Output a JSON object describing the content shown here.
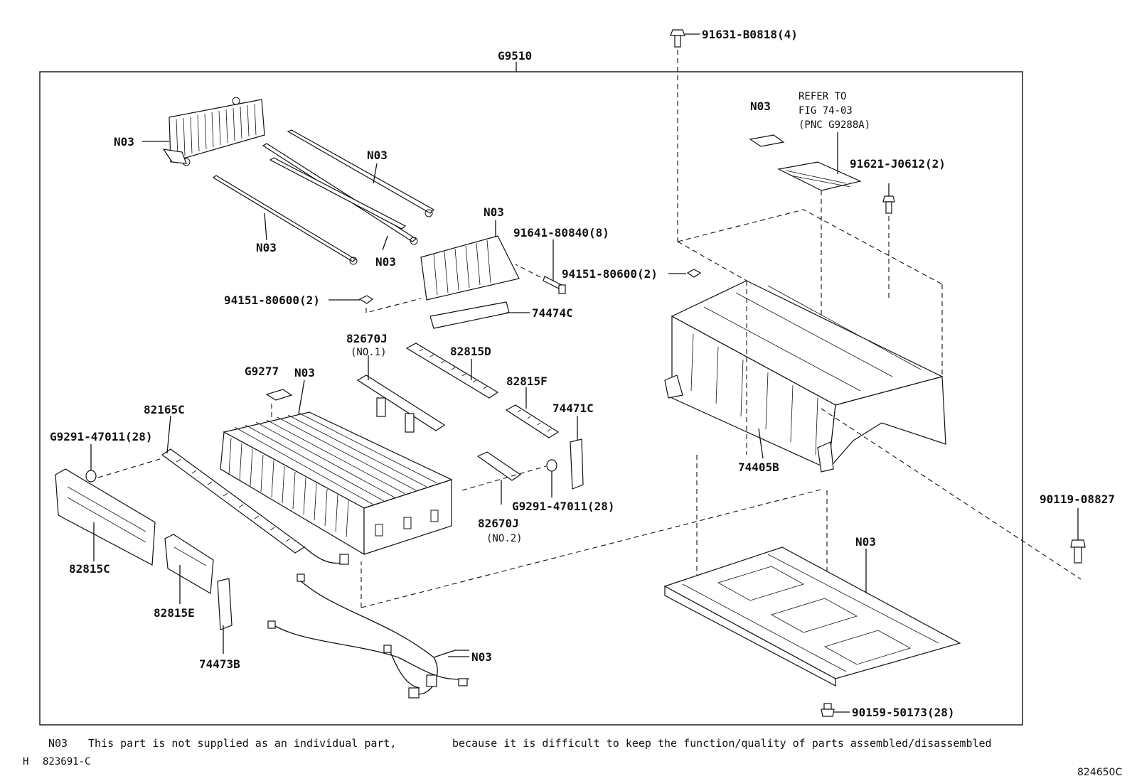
{
  "assembly_label": "G9510",
  "labels": {
    "n03_tr_cover": "N03",
    "n03_rod_upper": "N03",
    "n03_rod_left": "N03",
    "n03_rod_lower": "N03",
    "n03_bracket": "N03",
    "bolt_91641": "91641-80840(8)",
    "nut_94151_left": "94151-80600(2)",
    "p_74474c": "74474C",
    "p_82670j_1": "82670J",
    "p_82670j_1_sub": "(NO.1)",
    "p_82815d": "82815D",
    "p_82815f": "82815F",
    "p_74471c": "74471C",
    "p_g9277": "G9277",
    "n03_stack": "N03",
    "p_82165c": "82165C",
    "g9291_left": "G9291-47011(28)",
    "g9291_right": "G9291-47011(28)",
    "p_82670j_2": "82670J",
    "p_82670j_2_sub": "(NO.2)",
    "p_82815c": "82815C",
    "p_82815e": "82815E",
    "p_74473b": "74473B",
    "n03_harness": "N03",
    "bolt_91631": "91631-B0818(4)",
    "n03_label": "N03",
    "refer_1": "REFER TO",
    "refer_2": "FIG 74-03",
    "refer_3": "(PNC G9288A)",
    "bolt_91621": "91621-J0612(2)",
    "nut_94151_right": "94151-80600(2)",
    "p_74405b": "74405B",
    "bolt_90119": "90119-08827",
    "n03_tray": "N03",
    "bolt_90159": "90159-50173(28)"
  },
  "footnote": {
    "code": "N03",
    "text_part1": "This part is not supplied as an individual part,",
    "text_part2": "because it is difficult to keep the function/quality of parts assembled/disassembled"
  },
  "ref_left": "823691-C",
  "ref_left_mark": "H",
  "ref_right": "824650C"
}
